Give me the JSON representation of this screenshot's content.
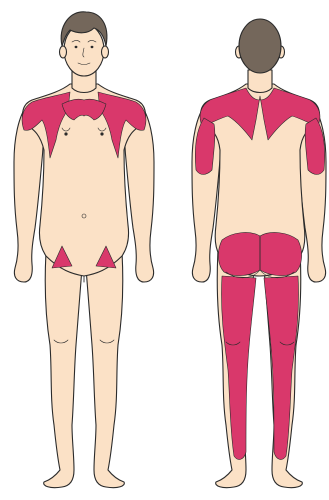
{
  "colors": {
    "skin": "#fbe1c6",
    "outline": "#2b2b2b",
    "hair": "#74675b",
    "highlight": "#d9386b"
  },
  "views": [
    {
      "view": "front",
      "highlighted_regions": [
        "left-shoulder",
        "right-shoulder",
        "upper-chest",
        "left-groin",
        "right-groin"
      ]
    },
    {
      "view": "back",
      "highlighted_regions": [
        "upper-back-trapezius",
        "left-upper-arm",
        "right-upper-arm",
        "gluteal",
        "left-leg-back",
        "right-leg-back"
      ]
    }
  ]
}
